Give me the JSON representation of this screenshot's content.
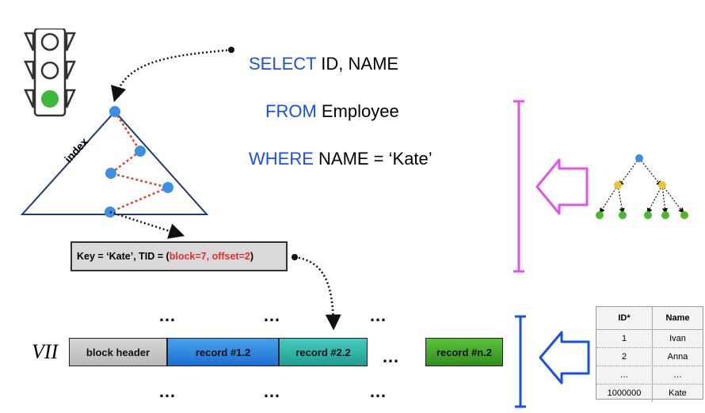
{
  "sql": {
    "line1_kw": "SELECT",
    "line1_rest": " ID, NAME",
    "line2_kw": "FROM",
    "line2_rest": " Employee",
    "line3_kw": "WHERE",
    "line3_rest": " NAME = ‘Kate’"
  },
  "index_label": "index",
  "key": {
    "prefix": "Key = ‘Kate’, TID = (",
    "tid_values": "block=7, offset=2",
    "suffix": ")"
  },
  "page_label": "VII",
  "blocks": [
    "block header",
    "record #1.2",
    "record #2.2",
    "record #n.2"
  ],
  "ellipsis": "…",
  "table": {
    "headers": [
      "ID*",
      "Name"
    ],
    "rows": [
      [
        "1",
        "Ivan"
      ],
      [
        "2",
        "Anna"
      ],
      [
        "…",
        "…"
      ],
      [
        "1000000",
        "Kate"
      ]
    ]
  },
  "colors": {
    "keyword": "#1a4fe8",
    "magenta": "#e052e8",
    "blue": "#1a4fe8",
    "red_dots": "#e0402e",
    "node_blue": "#3d8fe6",
    "node_yellow": "#f0c330",
    "node_green": "#4cb82f",
    "light_green": "#3cb83a"
  }
}
